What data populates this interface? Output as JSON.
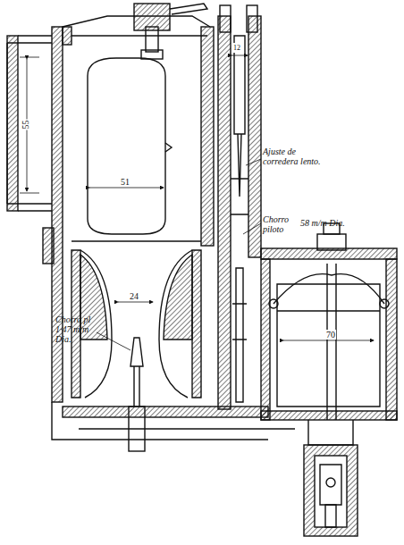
{
  "diagram": {
    "labels": [
      "55",
      "51",
      "12",
      "Ajuste de corredera lento.",
      "Chorro piloto",
      "58 m/m Dia.",
      "Chorro pl 1·47 m/m Dia.",
      "24",
      "70"
    ]
  }
}
